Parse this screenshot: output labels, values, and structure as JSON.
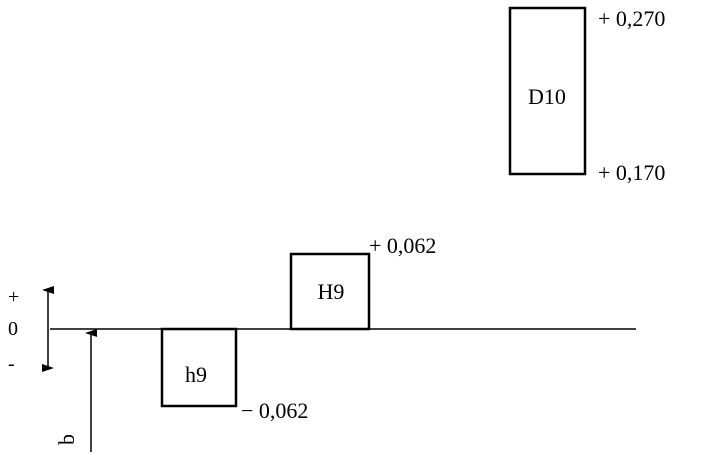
{
  "zero_line": {
    "plus_sign": "+",
    "zero_label": "0",
    "minus_sign": "-"
  },
  "basic_size_label": "b",
  "tolerance_zones": [
    {
      "name": "D10",
      "upper": "+ 0,270",
      "lower": "+ 0,170"
    },
    {
      "name": "H9",
      "upper": "+ 0,062"
    },
    {
      "name": "h9",
      "lower": "− 0,062"
    }
  ],
  "colors": {
    "stroke": "#000000",
    "background": "#ffffff"
  }
}
